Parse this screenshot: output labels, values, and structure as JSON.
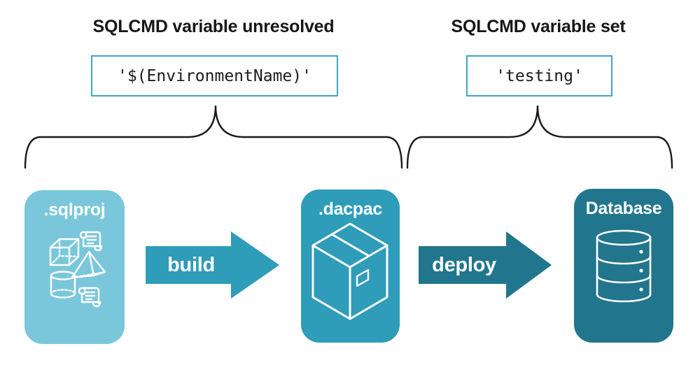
{
  "annotations": {
    "unresolved": {
      "heading": "SQLCMD variable unresolved",
      "code": "'$(EnvironmentName)'"
    },
    "set": {
      "heading": "SQLCMD variable set",
      "code": "'testing'"
    }
  },
  "pipeline": {
    "nodes": [
      {
        "label": ".sqlproj",
        "icon": "sql-project-objects-icon",
        "color": "#7AC7DC"
      },
      {
        "label": ".dacpac",
        "icon": "package-icon",
        "color": "#2F9CBA"
      },
      {
        "label": "Database",
        "icon": "database-icon",
        "color": "#21768D"
      }
    ],
    "arrows": [
      {
        "label": "build",
        "color": "#2F9CBA"
      },
      {
        "label": "deploy",
        "color": "#21768D"
      }
    ]
  },
  "colors": {
    "sqlproj_fill": "#7AC7DC",
    "dacpac_fill": "#2F9CBA",
    "database_fill": "#21768D",
    "code_box_border": "#3FA5C5",
    "brace_stroke": "#1A1A1A",
    "heading_text": "#161616",
    "icon_stroke": "#FFFFFF"
  }
}
